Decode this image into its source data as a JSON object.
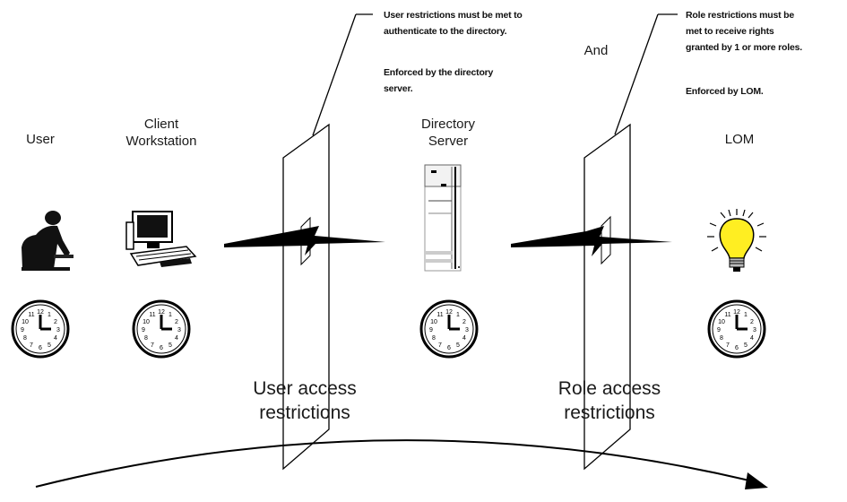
{
  "labels": {
    "user": "User",
    "client_workstation": "Client\nWorkstation",
    "directory_server": "Directory\nServer",
    "lom": "LOM",
    "and": "And"
  },
  "notes": {
    "user_restrictions": "User restrictions must be met to\nauthenticate to the directory.",
    "user_enforced": "Enforced by the directory\nserver.",
    "role_restrictions": "Role restrictions must be\nmet to receive rights\ngranted by 1 or more roles.",
    "role_enforced": "Enforced by LOM."
  },
  "captions": {
    "user_access": "User access\nrestrictions",
    "role_access": "Role access\nrestrictions"
  },
  "icons": {
    "user": "person-at-keyboard-icon",
    "workstation": "computer-icon",
    "server": "server-tower-icon",
    "lom": "light-bulb-icon",
    "clock": "clock-icon",
    "barrier": "firewall-panel-icon",
    "link": "lightning-bolt-icon",
    "flow": "curved-arrow-icon"
  },
  "colors": {
    "line": "#000000",
    "bulb": "#ffee22",
    "text": "#1a1a1a"
  }
}
